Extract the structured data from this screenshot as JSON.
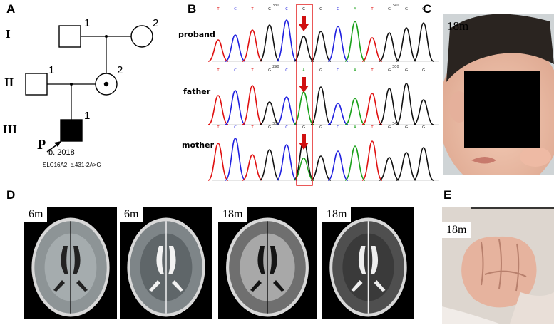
{
  "panels": {
    "a": "A",
    "b": "B",
    "c": "C",
    "d": "D",
    "e": "E"
  },
  "pedigree": {
    "generations": [
      "I",
      "II",
      "III"
    ],
    "members": {
      "i1": "1",
      "i2": "2",
      "ii1": "1",
      "ii2": "2",
      "iii1": "1"
    },
    "proband_marker": "P",
    "birth": "b. 2018",
    "variant": "SLC16A2: c.431-2A>G"
  },
  "sequencing": {
    "traces": [
      "proband",
      "father",
      "mother"
    ],
    "bases_top": [
      "T",
      "C",
      "T",
      "G",
      "C",
      "G",
      "G",
      "C",
      "A",
      "T",
      "G",
      "G",
      "G"
    ],
    "bases_mid": [
      "T",
      "C",
      "T",
      "G",
      "C",
      "A",
      "G",
      "C",
      "A",
      "T",
      "G",
      "G",
      "G"
    ],
    "bases_bot": [
      "T",
      "C",
      "T",
      "G",
      "C",
      "G",
      "G",
      "C",
      "A",
      "T",
      "G",
      "G",
      "G"
    ],
    "positions_top": [
      "330",
      "340"
    ],
    "positions_mid": [
      "290",
      "300"
    ],
    "positions_bot": [
      "330",
      "340"
    ],
    "base_colors": {
      "A": "#1aa11a",
      "C": "#2020e0",
      "G": "#111111",
      "T": "#e01010"
    }
  },
  "photo_face": {
    "age": "18m"
  },
  "mri": [
    {
      "age": "6m"
    },
    {
      "age": "6m"
    },
    {
      "age": "18m"
    },
    {
      "age": "18m"
    }
  ],
  "photo_hand": {
    "age": "18m"
  }
}
